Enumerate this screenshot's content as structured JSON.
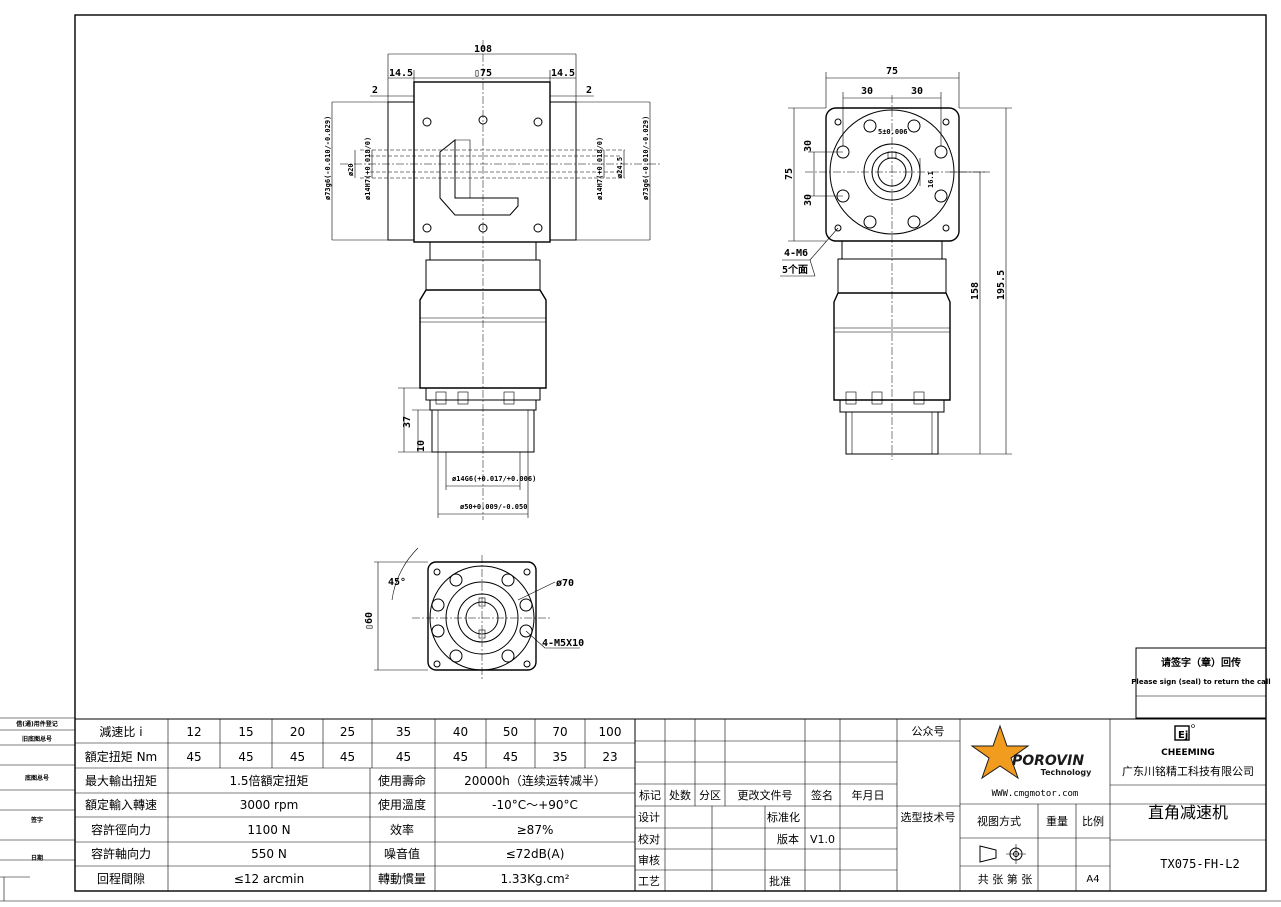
{
  "drawing": {
    "front_view": {
      "dim_108": "108",
      "dim_14_5_left": "14.5",
      "dim_sq75": "▯75",
      "dim_14_5_right": "14.5",
      "dim_2_left": "2",
      "dim_2_right": "2",
      "dim_d73_left": "ø73g6(-0.010/-0.029)",
      "dim_d20": "ø20",
      "dim_d14_left": "ø14H7(+0.018/0)",
      "dim_d14_right": "ø14H7(+0.018/0)",
      "dim_d24_5": "ø24.5",
      "dim_d73_right": "ø73g6(-0.010/-0.029)",
      "dim_37": "37",
      "dim_10": "10",
      "dim_d14g6": "ø14G6(+0.017/+0.006)",
      "dim_d50": "ø50+0.009/-0.050"
    },
    "side_view": {
      "dim_75_top": "75",
      "dim_30_a": "30",
      "dim_30_b": "30",
      "dim_key": "5±0.006",
      "dim_16_1": "16.1",
      "dim_30_c": "30",
      "dim_75_left": "75",
      "dim_30_d": "30",
      "note_m6": "4-M6",
      "note_faces": "5个面",
      "dim_158": "158",
      "dim_195_5": "195.5"
    },
    "input_view": {
      "dim_45deg": "45°",
      "dim_d70": "ø70",
      "dim_sq60": "▯60",
      "note_m5": "4-M5X10"
    }
  },
  "return_note": {
    "cn": "请签字（章）回传",
    "en": "Please sign (seal) to return the call"
  },
  "left_strip": [
    "借(通)用件登记",
    "旧底图总号",
    "底图总号",
    "签字",
    "日期"
  ],
  "specs": {
    "ratio_label": "減速比 i",
    "ratios": [
      "12",
      "15",
      "20",
      "25",
      "35",
      "40",
      "50",
      "70",
      "100"
    ],
    "torque_label": "額定扭矩 Nm",
    "torques": [
      "45",
      "45",
      "45",
      "45",
      "45",
      "45",
      "45",
      "35",
      "23"
    ],
    "rows": [
      {
        "label": "最大輸出扭矩",
        "value": "1.5倍額定扭矩",
        "label2": "使用壽命",
        "value2": "20000h（连续运转减半）"
      },
      {
        "label": "額定輸入轉速",
        "value": "3000 rpm",
        "label2": "使用溫度",
        "value2": "-10°C～+90°C"
      },
      {
        "label": "容許徑向力",
        "value": "1100 N",
        "label2": "效率",
        "value2": "≥87%"
      },
      {
        "label": "容許軸向力",
        "value": "550 N",
        "label2": "噪音值",
        "value2": "≤72dB(A)"
      },
      {
        "label": "回程間隙",
        "value": "≤12 arcmin",
        "label2": "轉動慣量",
        "value2": "1.33Kg.cm²"
      }
    ]
  },
  "title_block": {
    "rev_headers": [
      "标记",
      "处数",
      "分区",
      "更改文件号",
      "签名",
      "年月日"
    ],
    "design": "设计",
    "standardize": "标准化",
    "check": "校对",
    "version_label": "版本",
    "version": "V1.0",
    "review": "审核",
    "craft": "工艺",
    "approve": "批准",
    "wechat": "公众号",
    "tech_select": "选型技术号",
    "brand_name": "POROVIN",
    "brand_sub": "Technology",
    "website": "WWW.cmgmotor.com",
    "view_method": "视图方式",
    "weight": "重量",
    "scale": "比例",
    "sheets": "共 张 第 张",
    "paper": "A4",
    "logo_text": "CHEEMING",
    "company": "广东川铭精工科技有限公司",
    "product_name": "直角减速机",
    "model": "TX075-FH-L2"
  },
  "colors": {
    "brand_orange": "#f29c1f",
    "brand_dark": "#1a1a1a",
    "line": "#000000"
  }
}
